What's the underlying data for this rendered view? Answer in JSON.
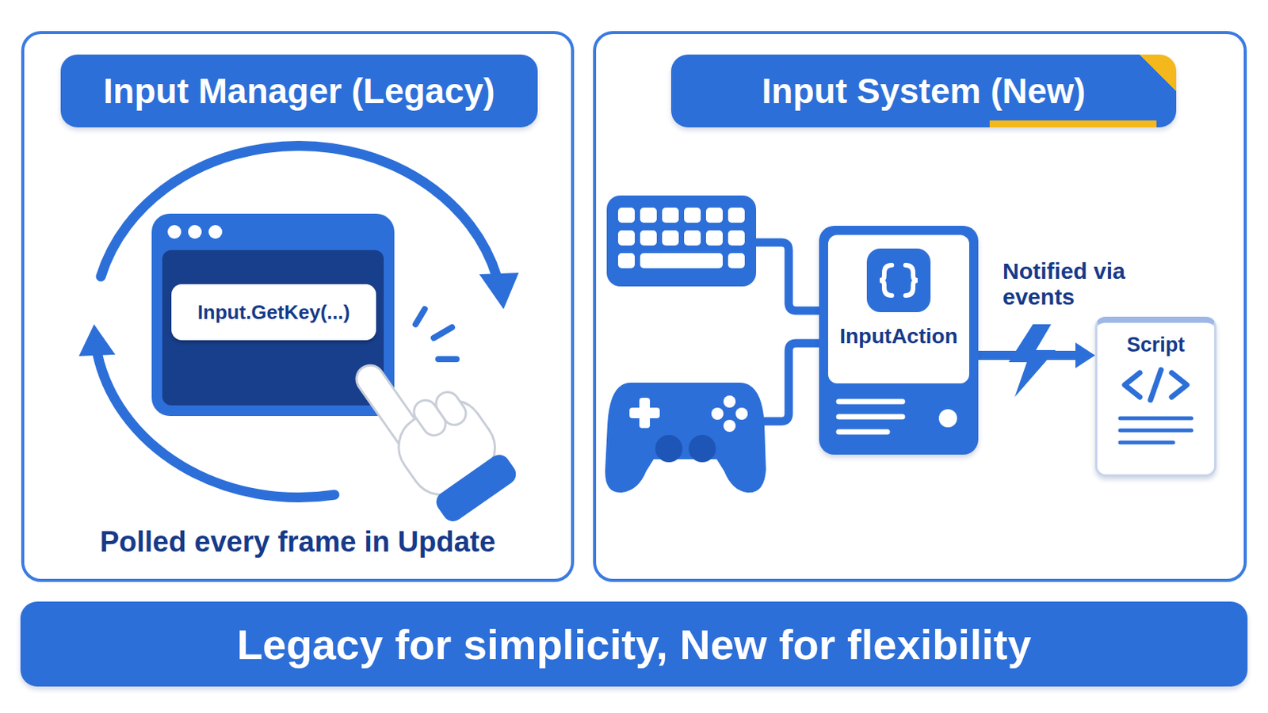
{
  "diagram": {
    "nodes": [
      {
        "text": [
          "Input Manager (Legacy)"
        ]
      },
      {
        "text": [
          "Input.GetKey(...)"
        ]
      },
      {
        "text": [
          "Input System (New)"
        ]
      },
      {
        "text": [
          "InputAction"
        ]
      },
      {
        "text": [
          "Script"
        ]
      },
      {
        "text": [
          "Legacy for simplicity, New for flexibility"
        ]
      }
    ],
    "edges": [
      {
        "from": 3,
        "to": 4,
        "label": "Notified via events",
        "arrow": "to"
      }
    ],
    "labels": [
      "Polled every frame in Update"
    ]
  }
}
